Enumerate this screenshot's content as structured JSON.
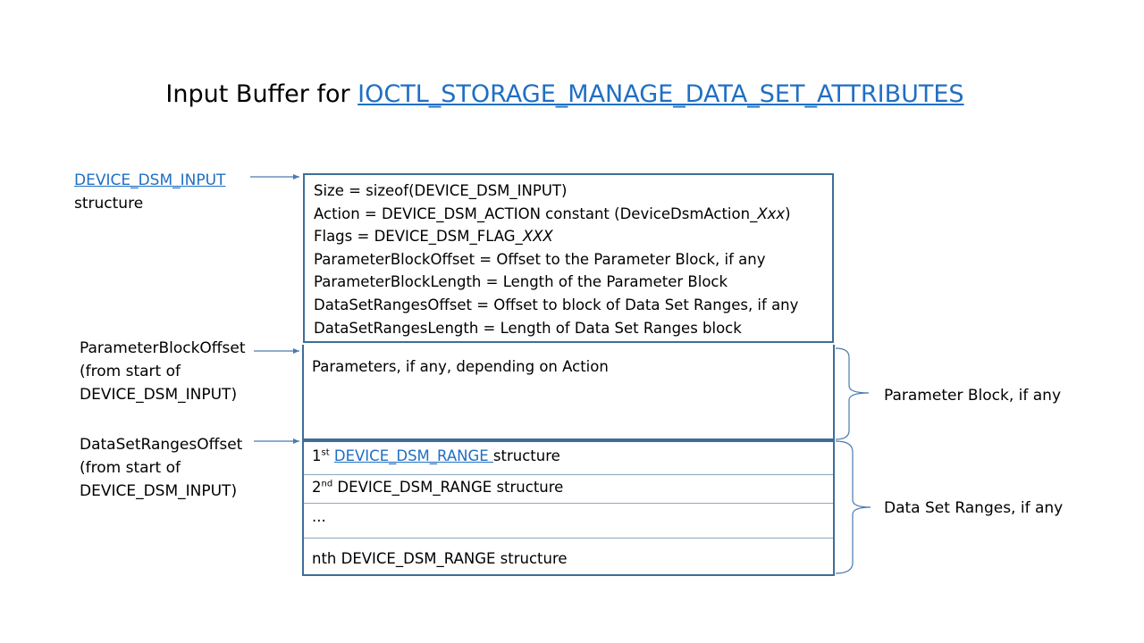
{
  "title": {
    "prefix": "Input Buffer for ",
    "link": "IOCTL_STORAGE_MANAGE_DATA_SET_ATTRIBUTES"
  },
  "left_labels": {
    "input": {
      "link": "DEVICE_DSM_INPUT",
      "line2": "structure"
    },
    "param_offset": {
      "line1": "ParameterBlockOffset",
      "line2": "(from start of",
      "line3": "DEVICE_DSM_INPUT)"
    },
    "ranges_offset": {
      "line1": "DataSetRangesOffset",
      "line2": "(from start of",
      "line3": "DEVICE_DSM_INPUT)"
    }
  },
  "main_box": {
    "size": "Size  = sizeof(DEVICE_DSM_INPUT)",
    "action_prefix": "Action = DEVICE_DSM_ACTION  constant (DeviceDsmAction_",
    "action_italic": "Xxx",
    "action_suffix": ")",
    "flags_prefix": "Flags = DEVICE_DSM_FLAG_",
    "flags_italic": "XXX",
    "param_offset": "ParameterBlockOffset  = Offset to the Parameter Block, if any",
    "param_length": "ParameterBlockLength  = Length of the Parameter Block",
    "ranges_offset": "DataSetRangesOffset  = Offset to block of Data Set Ranges, if any",
    "ranges_length": "DataSetRangesLength  = Length of Data Set Ranges block"
  },
  "param_box": {
    "text": "Parameters, if any, depending on Action"
  },
  "ranges_box": {
    "row1_num": "1",
    "row1_sup": "st",
    "row1_link": "DEVICE_DSM_RANGE ",
    "row1_suffix": "structure",
    "row2_num": "2",
    "row2_sup": "nd",
    "row2_suffix": " DEVICE_DSM_RANGE  structure",
    "row3": "...",
    "row4": "nth DEVICE_DSM_RANGE  structure"
  },
  "right_labels": {
    "param_block": "Parameter Block, if any",
    "data_set_ranges": "Data Set Ranges, if any"
  },
  "colors": {
    "link": "#1f6fc3",
    "box_border": "#3d6e99",
    "arrow": "#4a7ab0"
  }
}
